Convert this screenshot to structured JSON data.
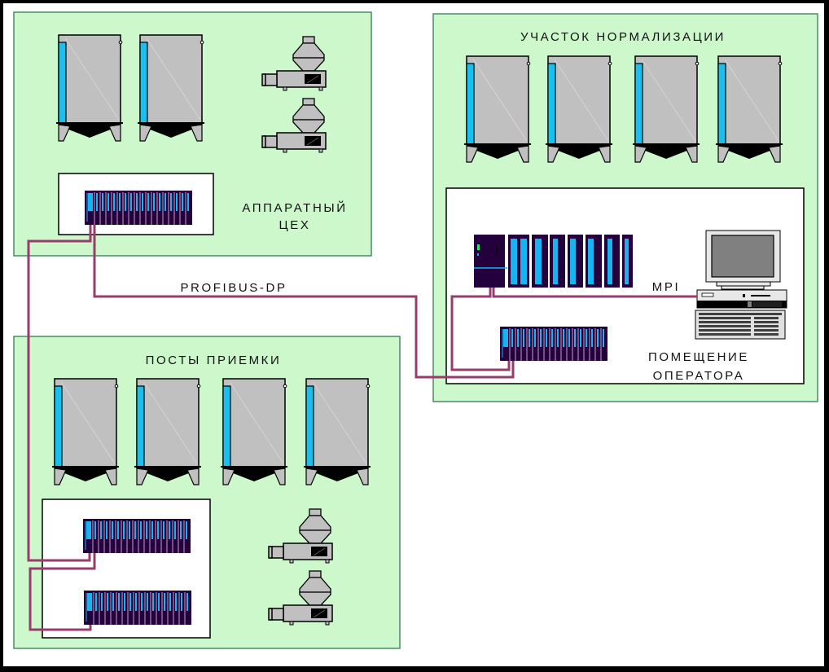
{
  "diagram": {
    "colors": {
      "zone_fill": "#ccf8cc",
      "zone_border": "#4a8a6a",
      "cable": "#983c6c",
      "tank_body": "#c0c0c0",
      "tank_gauge": "#18c0f0",
      "plc_body": "#24003c",
      "plc_slot": "#18b4f0"
    },
    "zones": [
      {
        "id": "apparatus-shop",
        "title_lines": [
          "АППАРАТНЫЙ",
          "ЦЕХ"
        ],
        "tanks": 2,
        "separators": 2,
        "io_racks": 1
      },
      {
        "id": "normalization-area",
        "title_lines": [
          "УЧАСТОК  НОРМАЛИЗАЦИИ"
        ],
        "tanks": 4,
        "operator_room": {
          "title_lines": [
            "ПОМЕЩЕНИЕ",
            "ОПЕРАТОРА"
          ],
          "devices": [
            "plc-controller",
            "io-rack",
            "operator-pc"
          ]
        }
      },
      {
        "id": "receiving-posts",
        "title_lines": [
          "ПОСТЫ  ПРИЕМКИ"
        ],
        "tanks": 4,
        "separators": 2,
        "io_racks": 2
      }
    ],
    "networks": [
      {
        "name": "PROFIBUS-DP",
        "label": "PROFIBUS-DP"
      },
      {
        "name": "MPI",
        "label": "MPI"
      }
    ]
  }
}
